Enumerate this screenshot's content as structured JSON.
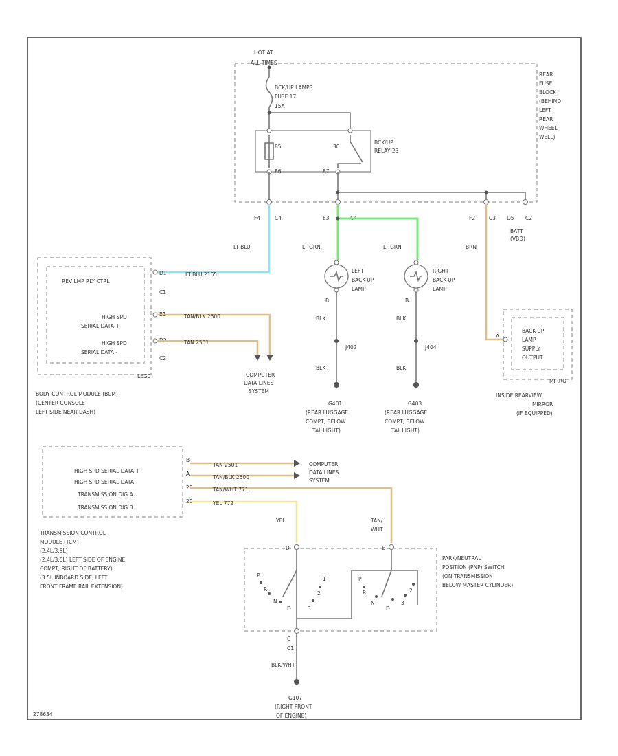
{
  "fuse_block": {
    "hot_label_1": "HOT AT",
    "hot_label_2": "ALL TIMES",
    "name": [
      "REAR",
      "FUSE",
      "BLOCK",
      "(BEHIND",
      "LEFT",
      "REAR",
      "WHEEL",
      "WELL)"
    ],
    "fuse_name": "BCK/UP LAMPS",
    "fuse_id": "FUSE 17",
    "fuse_rating": "15A",
    "relay_name": [
      "BCK/UP",
      "RELAY 23"
    ],
    "relay_pins": [
      "85",
      "30",
      "86",
      "87"
    ],
    "out_pins": [
      "F4",
      "C4",
      "E3",
      "C4",
      "F2",
      "C3",
      "D5",
      "C2"
    ],
    "batt_label": [
      "BATT",
      "(VBD)"
    ]
  },
  "wires": {
    "lt_blu": "LT BLU",
    "lt_blu_circuit": "LT BLU 2165",
    "lt_grn_left": "LT GRN",
    "lt_grn_right": "LT GRN",
    "brn": "BRN",
    "blk": "BLK",
    "bcm_data_1": "TAN/BLK 2500",
    "bcm_data_2": "TAN 2501",
    "tcm_data_1": "TAN 2501",
    "tcm_data_2": "TAN/BLK 2500",
    "tcm_sig_a": "TAN/WHT 771",
    "tcm_sig_b": "YEL 772",
    "yel": "YEL",
    "tan_wht": [
      "TAN/",
      "WHT"
    ],
    "blk_wht": "BLK/WHT"
  },
  "bcm": {
    "pins": [
      "D1",
      "C1",
      "B1",
      "D3",
      "C2"
    ],
    "rows": [
      "REV LMP RLY CTRL",
      "HIGH SPD",
      "SERIAL DATA +",
      "HIGH SPD",
      "SERIAL DATA -"
    ],
    "tag": "LEG0",
    "caption": [
      "BODY CONTROL MODULE (BCM)",
      "(CENTER CONSOLE",
      "LEFT SIDE NEAR DASH)"
    ]
  },
  "computer_data_1": [
    "COMPUTER",
    "DATA LINES",
    "SYSTEM"
  ],
  "computer_data_2": [
    "COMPUTER",
    "DATA LINES",
    "SYSTEM"
  ],
  "left_lamp": {
    "label": [
      "LEFT",
      "BACK-UP",
      "LAMP"
    ],
    "pin": "B",
    "splice": "J402",
    "ground": [
      "G401",
      "(REAR LUGGAGE",
      "COMPT, BELOW",
      "TAILLIGHT)"
    ]
  },
  "right_lamp": {
    "label": [
      "RIGHT",
      "BACK-UP",
      "LAMP"
    ],
    "pin": "B",
    "splice": "J404",
    "ground": [
      "G403",
      "(REAR LUGGAGE",
      "COMPT, BELOW",
      "TAILLIGHT)"
    ]
  },
  "mirror": {
    "rows": [
      "BACK-UP",
      "LAMP",
      "SUPPLY",
      "OUTPUT"
    ],
    "pin": "A",
    "tag": "MIRRO",
    "caption": [
      "INSIDE REARVIEW",
      "MIRROR",
      "(IF EQUIPPED)"
    ]
  },
  "tcm": {
    "rows": [
      "HIGH SPD SERIAL DATA +",
      "HIGH SPD SERIAL DATA -",
      "TRANSMISSION DIG A",
      "TRANSMISSION DIG B"
    ],
    "pins": [
      "B",
      "A",
      "28",
      "29"
    ],
    "caption": [
      "TRANSMISSION CONTROL",
      "MODULE (TCM)",
      "(2.4L/3.5L)",
      "(2.4L/3.5L) LEFT SIDE OF ENGINE",
      "COMPT, RIGHT OF BATTERY)",
      "(3.5L INBOARD SIDE, LEFT",
      "FRONT FRAME RAIL EXTENSION)"
    ]
  },
  "pnp": {
    "caption": [
      "PARK/NEUTRAL",
      "POSITION (PNP) SWITCH",
      "(ON TRANSMISSION",
      "BELOW MASTER CYLINDER)"
    ],
    "pin_top_left": "D",
    "pin_top_right": "E",
    "pin_bottom": "C",
    "left_positions": [
      "P",
      "R",
      "N",
      "D",
      "3",
      "2",
      "1"
    ],
    "right_positions": [
      "P",
      "R",
      "N",
      "D",
      "3",
      "2"
    ],
    "bottom_circuit": "C1",
    "ground": [
      "G107",
      "(RIGHT FRONT",
      "OF ENGINE)"
    ]
  },
  "diagram_id": "278634"
}
